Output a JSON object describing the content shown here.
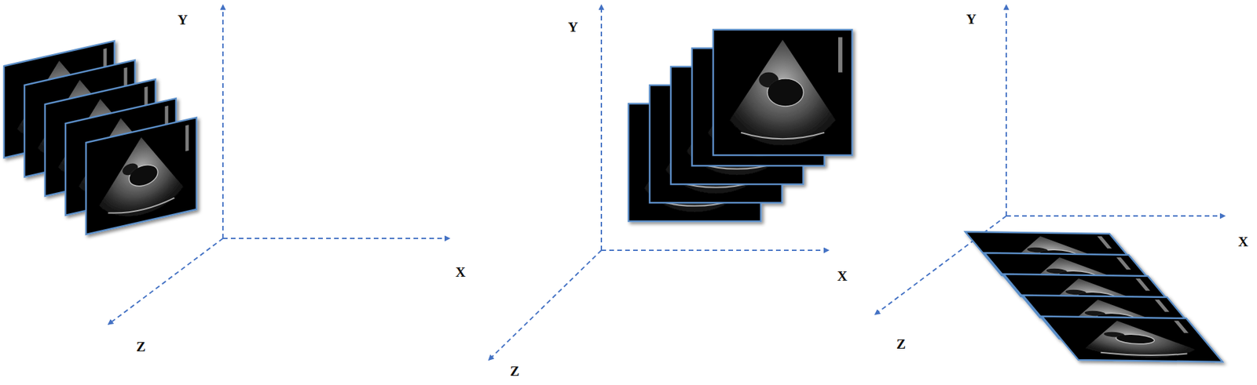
{
  "diagram": {
    "labels": [
      "Y",
      "X",
      "Z",
      "Y",
      "X",
      "Z",
      "Y",
      "X",
      "Z"
    ]
  }
}
